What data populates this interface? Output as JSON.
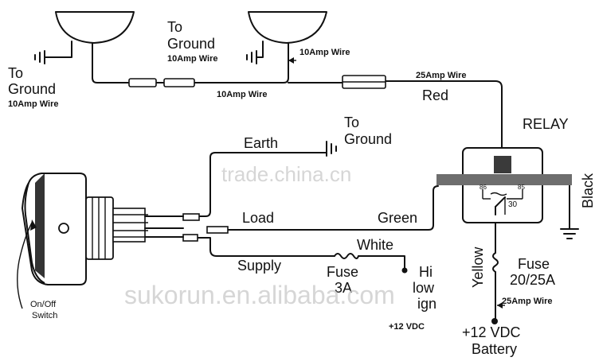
{
  "components": {
    "relay_title": "RELAY",
    "relay_pin_left": "86",
    "relay_pin_right": "85",
    "relay_pin_mid": "30",
    "switch_label_1": "On/Off",
    "switch_label_2": "Switch"
  },
  "labels": {
    "to_ground_left_1": "To",
    "to_ground_left_2": "Ground",
    "amp10_left": "10Amp Wire",
    "to_ground_mid_1": "To",
    "to_ground_mid_2": "Ground",
    "amp10_mid": "10Amp Wire",
    "amp10_right": "10Amp Wire",
    "amp10_bottom": "10Amp Wire",
    "amp25_top": "25Amp Wire",
    "red": "Red",
    "earth": "Earth",
    "to_ground_earth_1": "To",
    "to_ground_earth_2": "Ground",
    "load": "Load",
    "green": "Green",
    "white": "White",
    "supply": "Supply",
    "fuse_left_1": "Fuse",
    "fuse_left_2": "3A",
    "hi": "Hi",
    "low": "low",
    "ign": "ign",
    "vdc_left": "+12 VDC",
    "yellow": "Yellow",
    "fuse_right_1": "Fuse",
    "fuse_right_2": "20/25A",
    "amp25_bottom": "25Amp Wire",
    "vdc_battery": "+12 VDC",
    "battery": "Battery",
    "black": "Black"
  },
  "watermarks": {
    "top": "trade.china.cn",
    "bottom": "sukorun.en.alibaba.com"
  }
}
